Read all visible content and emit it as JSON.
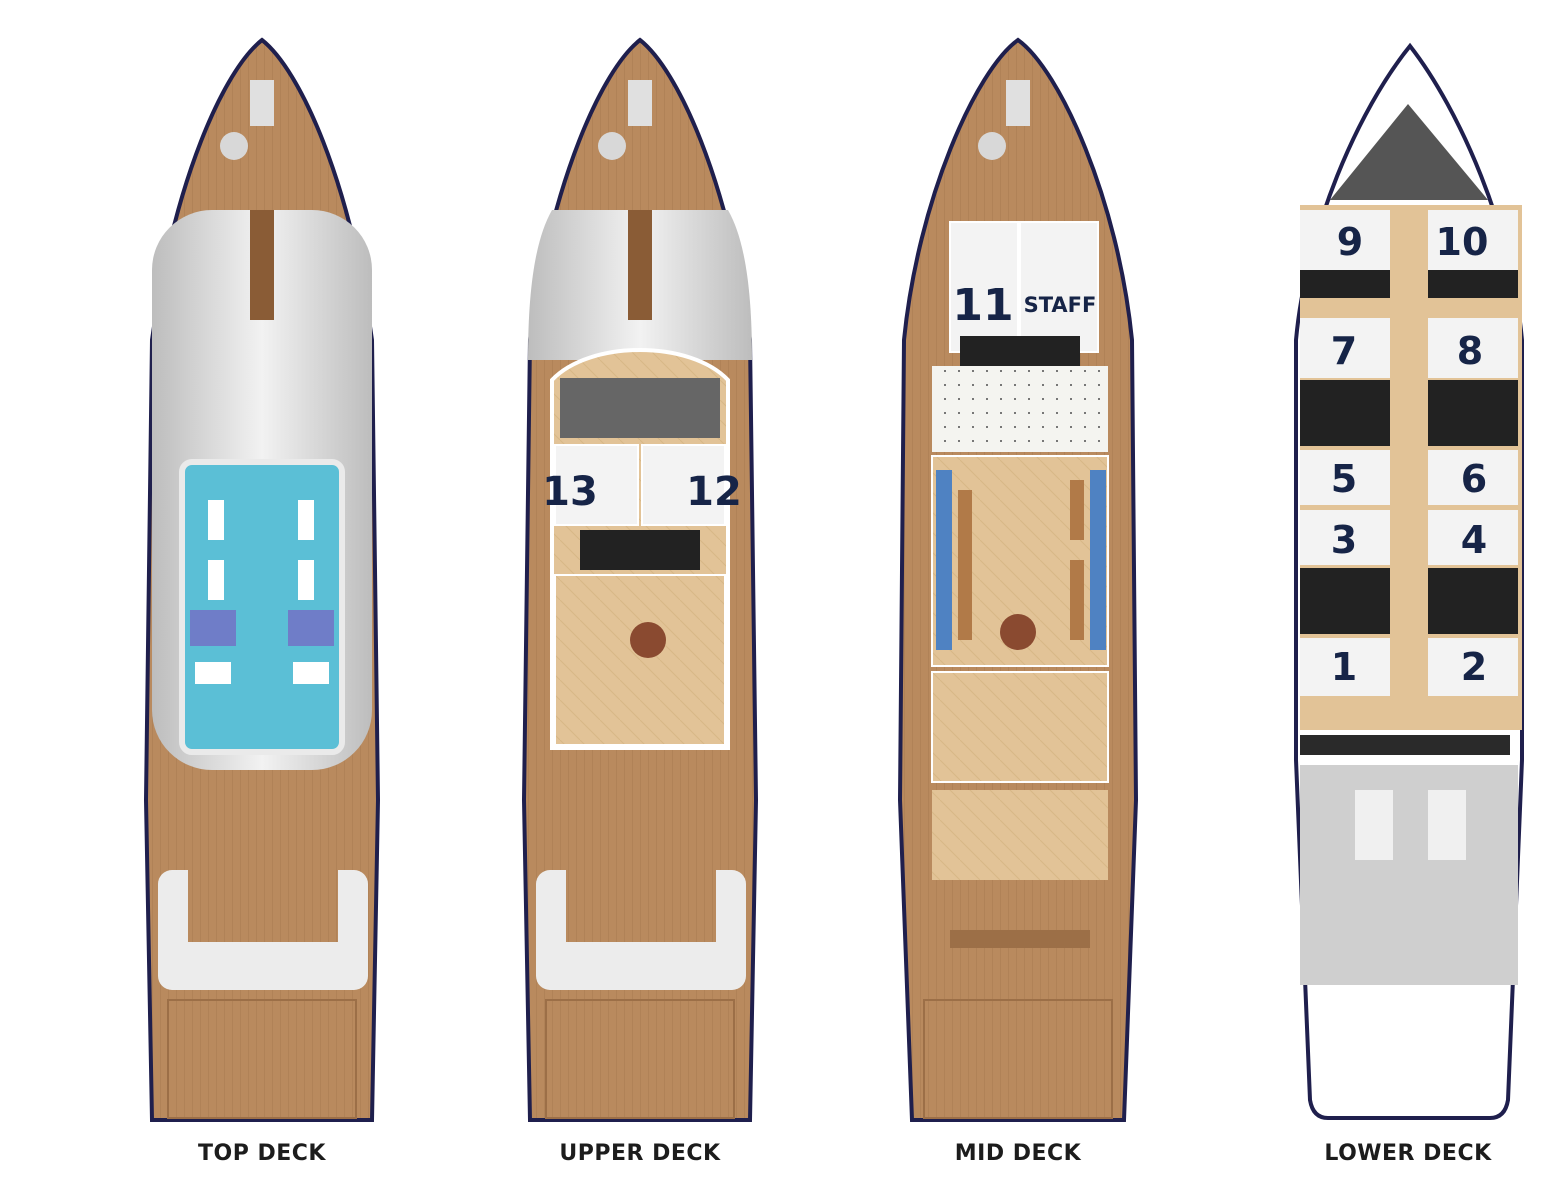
{
  "decks": {
    "top": {
      "label": "TOP DECK"
    },
    "upper": {
      "label": "UPPER DECK",
      "cabins": [
        "13",
        "12"
      ]
    },
    "mid": {
      "label": "MID DECK",
      "cabins": [
        "11"
      ],
      "staff_label": "STAFF"
    },
    "lower": {
      "label": "LOWER DECK",
      "cabins": [
        "9",
        "10",
        "7",
        "8",
        "5",
        "6",
        "3",
        "4",
        "1",
        "2"
      ]
    }
  },
  "colors": {
    "teak": "#b98a5e",
    "teak_dark": "#9c6f47",
    "hull_outline": "#1f1f4d",
    "canopy": "#dcdcdc",
    "pool": "#5bbfd6",
    "interior_floor": "#e3c49a",
    "cabin_number": "#162447"
  },
  "icons": [
    "helm-icon",
    "spiral-stair-icon",
    "engine-icon"
  ]
}
